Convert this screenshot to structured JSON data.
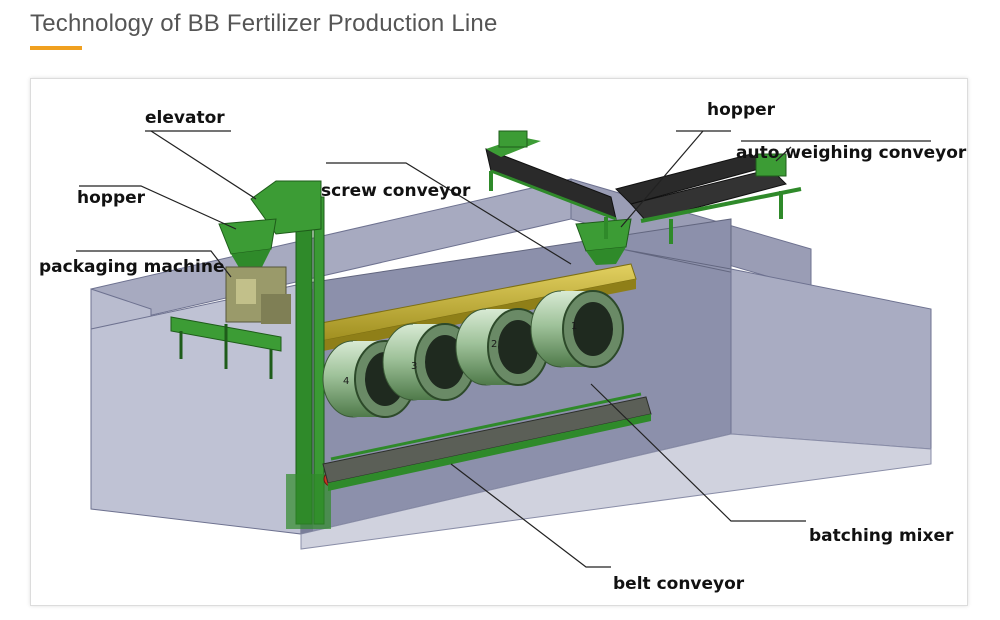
{
  "page": {
    "title": "Technology of BB Fertilizer Production Line",
    "accent_color": "#f0a020"
  },
  "diagram": {
    "labels": {
      "elevator": "elevator",
      "hopper_left": "hopper",
      "packaging_machine": "packaging machine",
      "screw_conveyor": "screw conveyor",
      "hopper_right": "hopper",
      "auto_weighing_conveyor": "auto weighing conveyor",
      "batching_mixer": "batching mixer",
      "belt_conveyor": "belt conveyor"
    },
    "mixer_numbers": [
      "1",
      "2",
      "3",
      "4"
    ],
    "colors": {
      "pit": "#8f93ad",
      "equipment": "#2f8a2a",
      "screw": "#c9b437",
      "mixer_drum": "#9fc29a"
    }
  }
}
